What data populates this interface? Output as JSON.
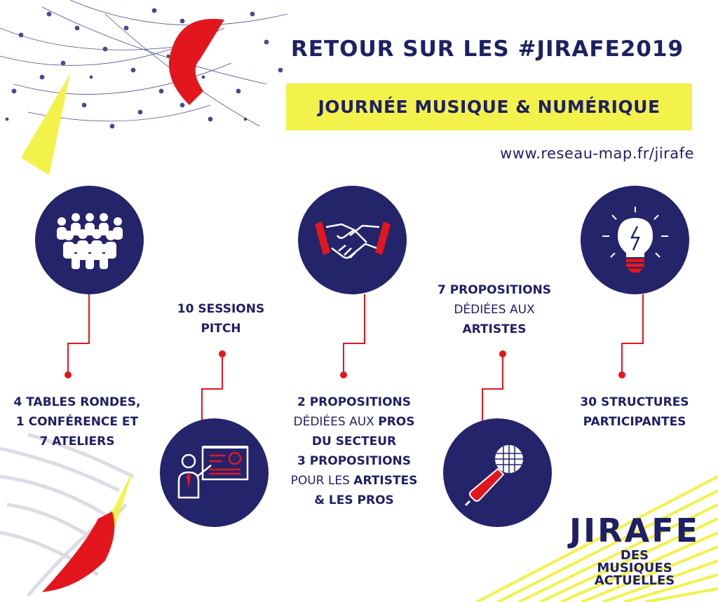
{
  "header": {
    "title": "RETOUR SUR LES #JIRAFE2019",
    "banner": "JOURNÉE MUSIQUE & NUMÉRIQUE",
    "url": "www.reseau-map.fr/jirafe"
  },
  "stats": {
    "tables": {
      "l1": "4 TABLES RONDES,",
      "l2": "1 CONFÉRENCE ET",
      "l3": "7 ATELIERS"
    },
    "pitch": {
      "l1": "10 SESSIONS",
      "l2": "PITCH"
    },
    "pros": {
      "l1": "2 PROPOSITIONS",
      "l2a": "DÉDIÉES AUX ",
      "l2b": "PROS",
      "l3": "DU SECTEUR",
      "l4": "3 PROPOSITIONS",
      "l5a": "POUR LES ",
      "l5b": "ARTISTES",
      "l6": "& LES PROS"
    },
    "artistes": {
      "l1": "7 PROPOSITIONS",
      "l2": "DÉDIÉES AUX",
      "l3": "ARTISTES"
    },
    "structures": {
      "l1": "30 STRUCTURES",
      "l2": "PARTICIPANTES"
    }
  },
  "logo": {
    "big": "JIRAFE",
    "l1": "DES",
    "l2": "MUSIQUES",
    "l3": "ACTUELLES"
  },
  "icons": [
    "people-group-icon",
    "presentation-icon",
    "handshake-icon",
    "microphone-icon",
    "lightbulb-icon"
  ],
  "colors": {
    "navy": "#24246b",
    "red": "#e3161e",
    "yellow": "#f2f24a"
  }
}
